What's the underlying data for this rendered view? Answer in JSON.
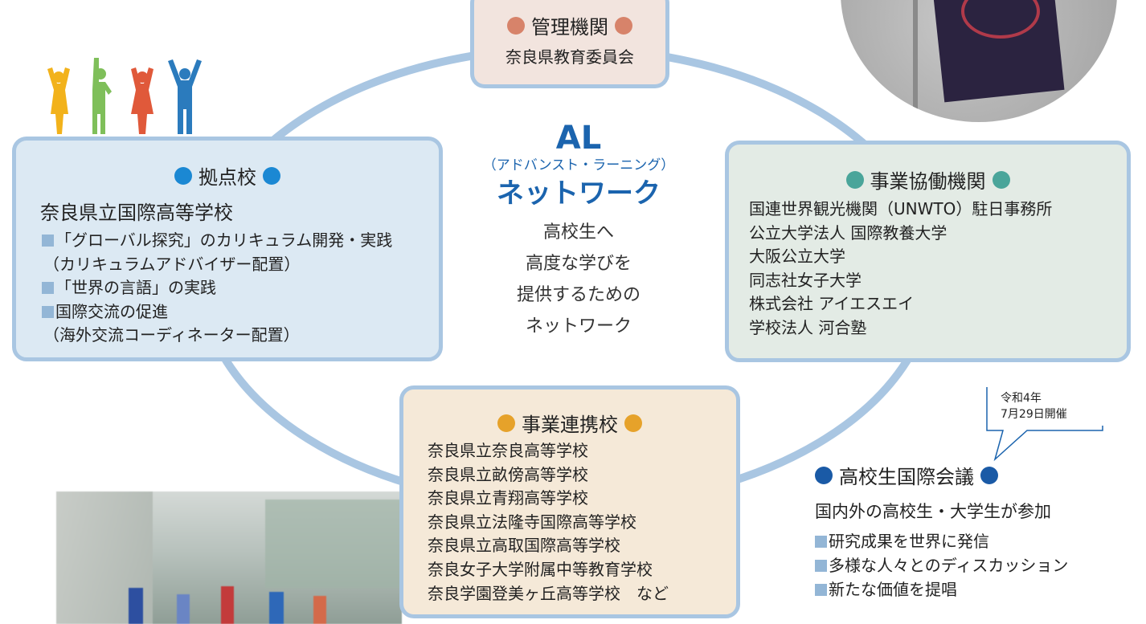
{
  "admin": {
    "title": "管理機関",
    "body": "奈良県教育委員会",
    "dot_color": "#d7836a"
  },
  "base_school": {
    "title": "拠点校",
    "school": "奈良県立国際高等学校",
    "dot_color": "#1b88d3",
    "items": [
      "「グローバル探究」のカリキュラム開発・実践",
      "（カリキュラムアドバイザー配置）",
      "「世界の言語」の実践",
      "国際交流の促進",
      "（海外交流コーディネーター配置）"
    ]
  },
  "center": {
    "title": "AL",
    "subtitle": "（アドバンスト・ラーニング）",
    "title2": "ネットワーク",
    "lines": [
      "高校生へ",
      "高度な学びを",
      "提供するための",
      "ネットワーク"
    ]
  },
  "partners": {
    "title": "事業協働機関",
    "dot_color": "#4aa59a",
    "items": [
      "国連世界観光機関（UNWTO）駐日事務所",
      "公立大学法人 国際教養大学",
      "大阪公立大学",
      "同志社女子大学",
      "株式会社 アイエスエイ",
      "学校法人 河合塾"
    ]
  },
  "linked_schools": {
    "title": "事業連携校",
    "dot_color": "#e6a22a",
    "items": [
      "奈良県立奈良高等学校",
      "奈良県立畝傍高等学校",
      "奈良県立青翔高等学校",
      "奈良県立法隆寺国際高等学校",
      "奈良県立高取国際高等学校",
      "奈良女子大学附属中等教育学校",
      "奈良学園登美ヶ丘高等学校　など"
    ]
  },
  "conference": {
    "date_line1": "令和4年",
    "date_line2": "7月29日開催",
    "title": "高校生国際会議",
    "dot_color": "#1a5aa6",
    "lead": "国内外の高校生・大学生が参加",
    "items": [
      "研究成果を世界に発信",
      "多様な人々とのディスカッション",
      "新たな価値を提唱"
    ]
  },
  "colors": {
    "ring": "#a9c6e2",
    "accent_blue": "#1b64ae",
    "bullet": "#93b6d6"
  }
}
